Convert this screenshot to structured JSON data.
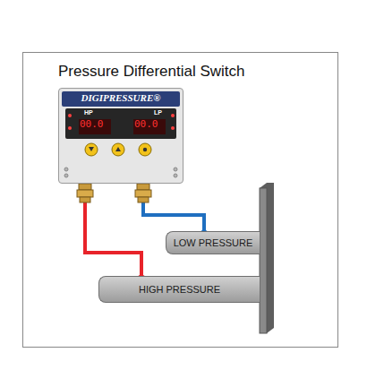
{
  "diagram": {
    "title": "Pressure Differential Switch",
    "nodes": [
      {
        "text": [
          "DIGIPRESSURE®"
        ]
      },
      {
        "text": [
          "LOW PRESSURE"
        ]
      },
      {
        "text": [
          "HIGH PRESSURE"
        ]
      }
    ],
    "edges": [
      {
        "from": 0,
        "to": 2,
        "arrow": "none"
      },
      {
        "from": 0,
        "to": 1,
        "arrow": "none"
      }
    ],
    "labels": [
      "HP",
      "LP",
      "00.0",
      "00.0"
    ]
  }
}
